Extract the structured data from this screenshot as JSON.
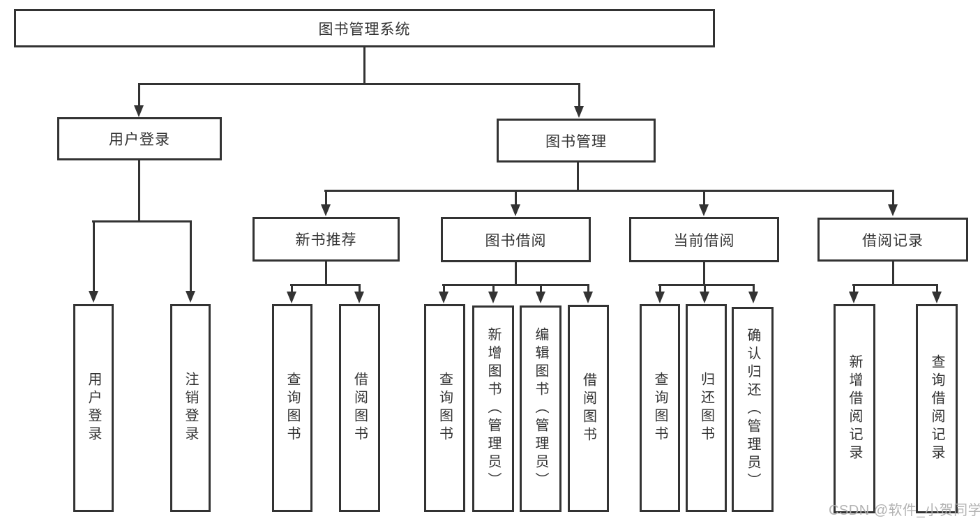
{
  "colors": {
    "line": "#333333",
    "box_background": "#ffffff",
    "text": "#333333",
    "watermark": "#afafaf"
  },
  "tree": {
    "root": "图书管理系统",
    "branches": [
      {
        "label": "用户登录",
        "children": [
          "用户登录",
          "注销登录"
        ]
      },
      {
        "label": "图书管理",
        "groups": [
          {
            "label": "新书推荐",
            "children": [
              "查询图书",
              "借阅图书"
            ]
          },
          {
            "label": "图书借阅",
            "children": [
              "查询图书",
              "新增图书（管理员）",
              "编辑图书（管理员）",
              "借阅图书"
            ]
          },
          {
            "label": "当前借阅",
            "children": [
              "查询图书",
              "归还图书",
              "确认归还（管理员）"
            ]
          },
          {
            "label": "借阅记录",
            "children": [
              "新增借阅记录",
              "查询借阅记录"
            ]
          }
        ]
      }
    ]
  },
  "watermark": "CSDN @软件_小贺同学"
}
